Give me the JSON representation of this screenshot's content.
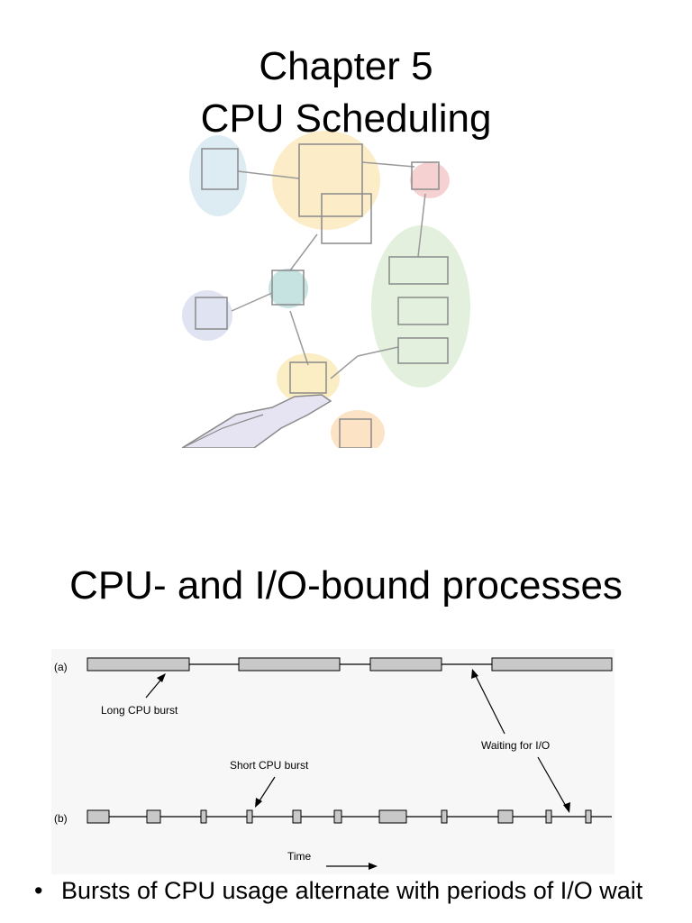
{
  "slide1": {
    "title_line1": "Chapter 5",
    "title_line2": "CPU Scheduling"
  },
  "slide2": {
    "title": "CPU- and I/O-bound processes",
    "figure": {
      "row_a_label": "(a)",
      "row_b_label": "(b)",
      "long_burst_label": "Long CPU burst",
      "short_burst_label": "Short CPU burst",
      "waiting_label": "Waiting for I/O",
      "time_label": "Time"
    },
    "bullet": {
      "marker": "•",
      "text": "Bursts of CPU usage alternate with periods of I/O wait"
    }
  },
  "colors": {
    "burst_fill": "#c8c8c8",
    "figure_bg": "#f7f7f7"
  }
}
